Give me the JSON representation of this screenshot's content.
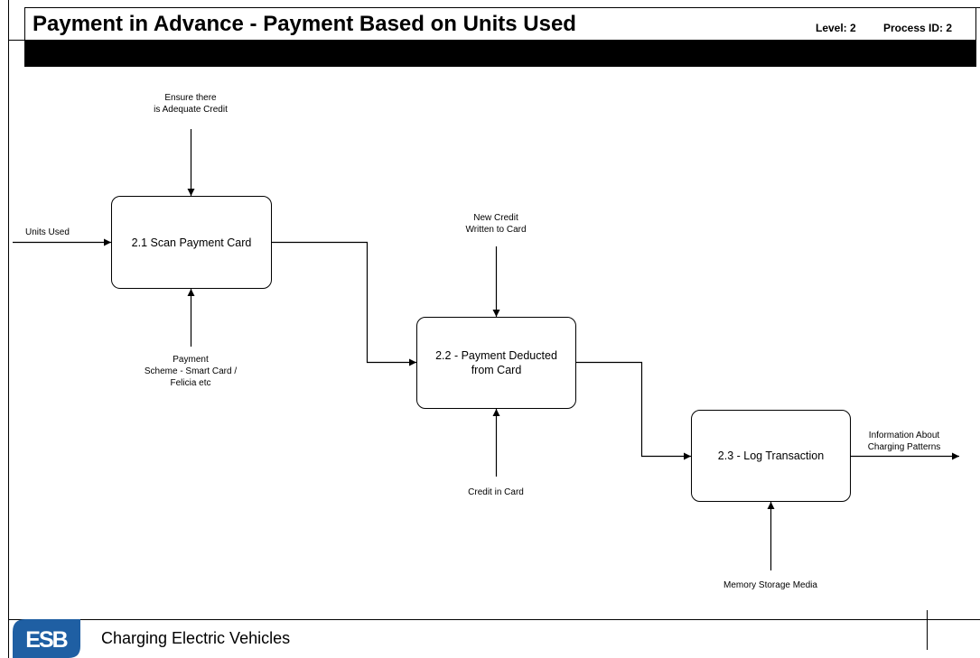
{
  "header": {
    "title": "Payment in Advance - Payment Based on Units Used",
    "level": "Level: 2",
    "process_id": "Process ID: 2"
  },
  "processes": [
    {
      "id": "2.1",
      "label": "2.1 Scan Payment Card"
    },
    {
      "id": "2.2",
      "label": "2.2 - Payment Deducted from Card"
    },
    {
      "id": "2.3",
      "label": "2.3 - Log Transaction"
    }
  ],
  "labels": {
    "ensure_credit": "Ensure there\nis Adequate Credit",
    "units_used": "Units Used",
    "payment_scheme": "Payment\nScheme - Smart Card /\nFelicia etc",
    "new_credit": "New Credit\nWritten to Card",
    "credit_in_card": "Credit in Card",
    "information_about": "Information About\nCharging Patterns",
    "memory_storage": "Memory Storage Media"
  },
  "footer": {
    "logo_text": "ESB",
    "title": "Charging Electric Vehicles"
  }
}
